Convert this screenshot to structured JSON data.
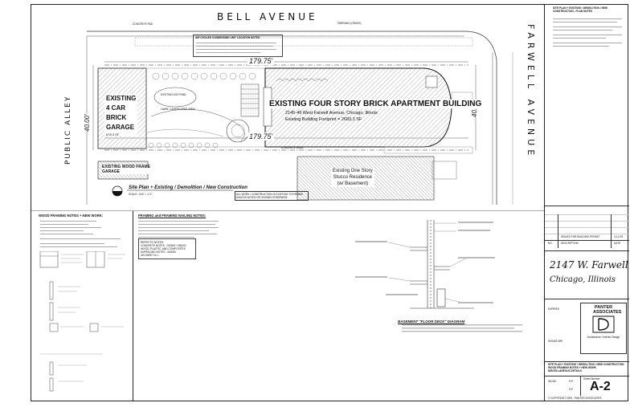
{
  "streets": {
    "north": "BELL    AVENUE",
    "east": "FARWELL   AVENUE",
    "west": "PUBLIC ALLEY"
  },
  "site_plan": {
    "building_name": "EXISTING FOUR STORY BRICK APARTMENT BUILDING",
    "building_address": "2145-49 West Farwell Avenue, Chicago, Illinois",
    "building_footprint": "Existing Building Footprint = 2683.3 SF",
    "garage_label_1": "EXISTING",
    "garage_label_2": "4 CAR",
    "garage_label_3": "BRICK",
    "garage_label_4": "GARAGE",
    "garage_area": "678.3 SF",
    "frame_garage": "EXISTING WOOD FRAME GARAGE",
    "residence_1": "Existing One Story",
    "residence_2": "Stucco Residence",
    "residence_3": "(w/ Basement)",
    "dim_top": "179.75'",
    "dim_bottom": "179.75'",
    "dim_left": "40.00'",
    "dim_right": "40.00'",
    "title": "Site Plan + Existing / Demolition / New Construction",
    "scale": "SCALE: 1/16\" = 1'-0\"",
    "note": "ALL WORK / CONSTRUCTION IS EXISTING TO REMAIN UNLESS NOTED OR SHOWN OTHERWISE",
    "ac_notes_title": "AIR COOLED CONDENSING UNIT LOCATION NOTES:",
    "concrete_walk": "CONCRETE WALK",
    "concrete_pad": "CONCRETE PAD",
    "lawn_area": "LAWN / LANDSCAPED AREA",
    "koi_pond": "EXISTING KOI POND",
    "parkway": "PARKWAY (GRASS)"
  },
  "lower_left": {
    "title": "WOOD FRAMING NOTES + NEW WORK:"
  },
  "lower_mid": {
    "title": "FRAMING and FRAMING NAILING NOTES:",
    "refer_1": "REFER TO NOTES:",
    "refer_2": "CONCRETE NOTES - 033000 / 035000",
    "refer_3": "WOOD, PLASTIC, AND COMPOSITES",
    "refer_4": "SURFACING NOTES - 060000",
    "refer_5": "ON SHEET A-1"
  },
  "diagram": {
    "title": "BASEMENT \"FLOOR DECK\" DIAGRAM"
  },
  "title_block": {
    "sheet_title": "SITE PLAN + EXISTING / DEMOLITION / NEW CONSTRUCTION - PLAN NOTES",
    "revision_desc": "ISSUED FOR BUILDING PERMIT",
    "revision_date": "3-12-09",
    "rev_col_no": "NO.",
    "rev_col_desc": "DESCRIPTION",
    "rev_col_date": "DATE",
    "project_line1": "2147 W. Farwell",
    "project_line2": "Chicago, Illinois",
    "firm_name": "PANTER ASSOCIATES",
    "firm_sub": "Architecture / Interior Design",
    "sig_label": "SIGNATURE",
    "exp_label": "EXPIRES",
    "sheet_desc_1": "SITE PLAN + EXISTING / DEMOLITION / NEW CONSTRUCTION",
    "sheet_desc_2": "WOOD FRAMING NOTES + NEW WORK",
    "sheet_desc_3": "MISCELLANEOUS DETAILS",
    "drawn": "K.P.",
    "checked": "S.P.",
    "job_no": "08-043",
    "sheet_number_label": "Sheet Number",
    "sheet_number": "A-2",
    "copyright": "© COPYRIGHT 2009 - PANTER ASSOCIATES"
  }
}
